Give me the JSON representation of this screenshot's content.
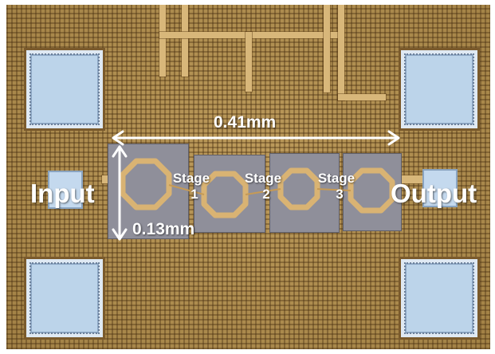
{
  "labels": {
    "width_dimension": "0.41mm",
    "height_dimension": "0.13mm",
    "input": "Input",
    "output": "Output"
  },
  "stages": [
    {
      "word": "Stage",
      "number": "1"
    },
    {
      "word": "Stage",
      "number": "2"
    },
    {
      "word": "Stage",
      "number": "3"
    }
  ],
  "colors": {
    "substrate": "#b3904f",
    "pad": "#bcd4ea",
    "annotation": "#ffffff"
  }
}
